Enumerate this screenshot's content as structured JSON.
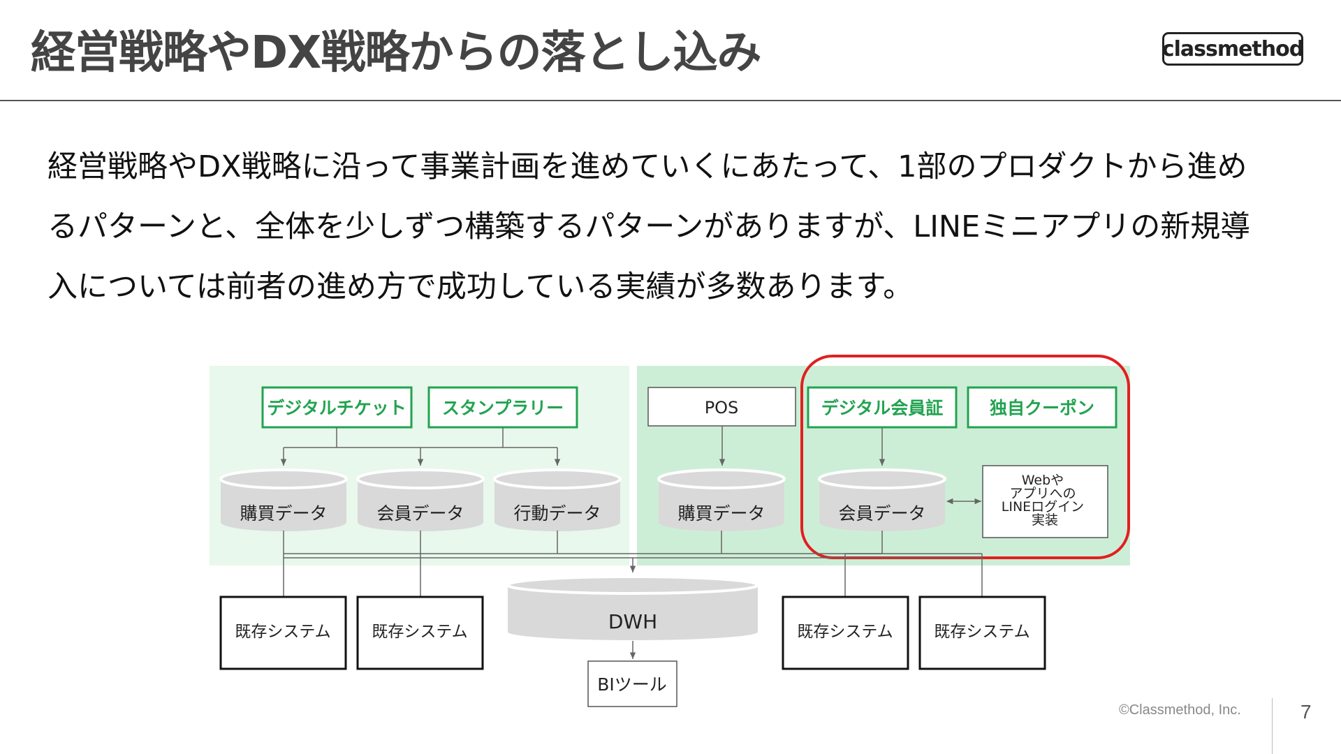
{
  "header": {
    "title": "経営戦略やDX戦略からの落とし込み",
    "logo_text": "classmethod"
  },
  "body": {
    "lines": [
      "経営戦略やDX戦略に沿って事業計画を進めていくにあたって、1部のプロダクトから進め",
      "るパターンと、全体を少しずつ構築するパターンがありますが、LINEミニアプリの新規導",
      "入については前者の進め方で成功している実績が多数あります。"
    ]
  },
  "diagram": {
    "features_left": [
      "デジタルチケット",
      "スタンプラリー"
    ],
    "pos_label": "POS",
    "features_right": [
      "デジタル会員証",
      "独自クーポン"
    ],
    "databases_left": [
      "購買データ",
      "会員データ",
      "行動データ"
    ],
    "database_pos": "購買データ",
    "database_right": "会員データ",
    "web_login_lines": [
      "Webや",
      "アプリへの",
      "LINEログイン",
      "実装"
    ],
    "legacy_systems": [
      "既存システム",
      "既存システム",
      "既存システム",
      "既存システム"
    ],
    "dwh_label": "DWH",
    "bi_label": "BIツール",
    "colors": {
      "panel_left": "#e8f8ec",
      "panel_right": "#cdeed6",
      "feature_green": "#22a350",
      "highlight_red": "#e0201e",
      "database_gray": "#d9d9d9"
    }
  },
  "footer": {
    "copyright": "©Classmethod, Inc.",
    "page_number": "7"
  }
}
